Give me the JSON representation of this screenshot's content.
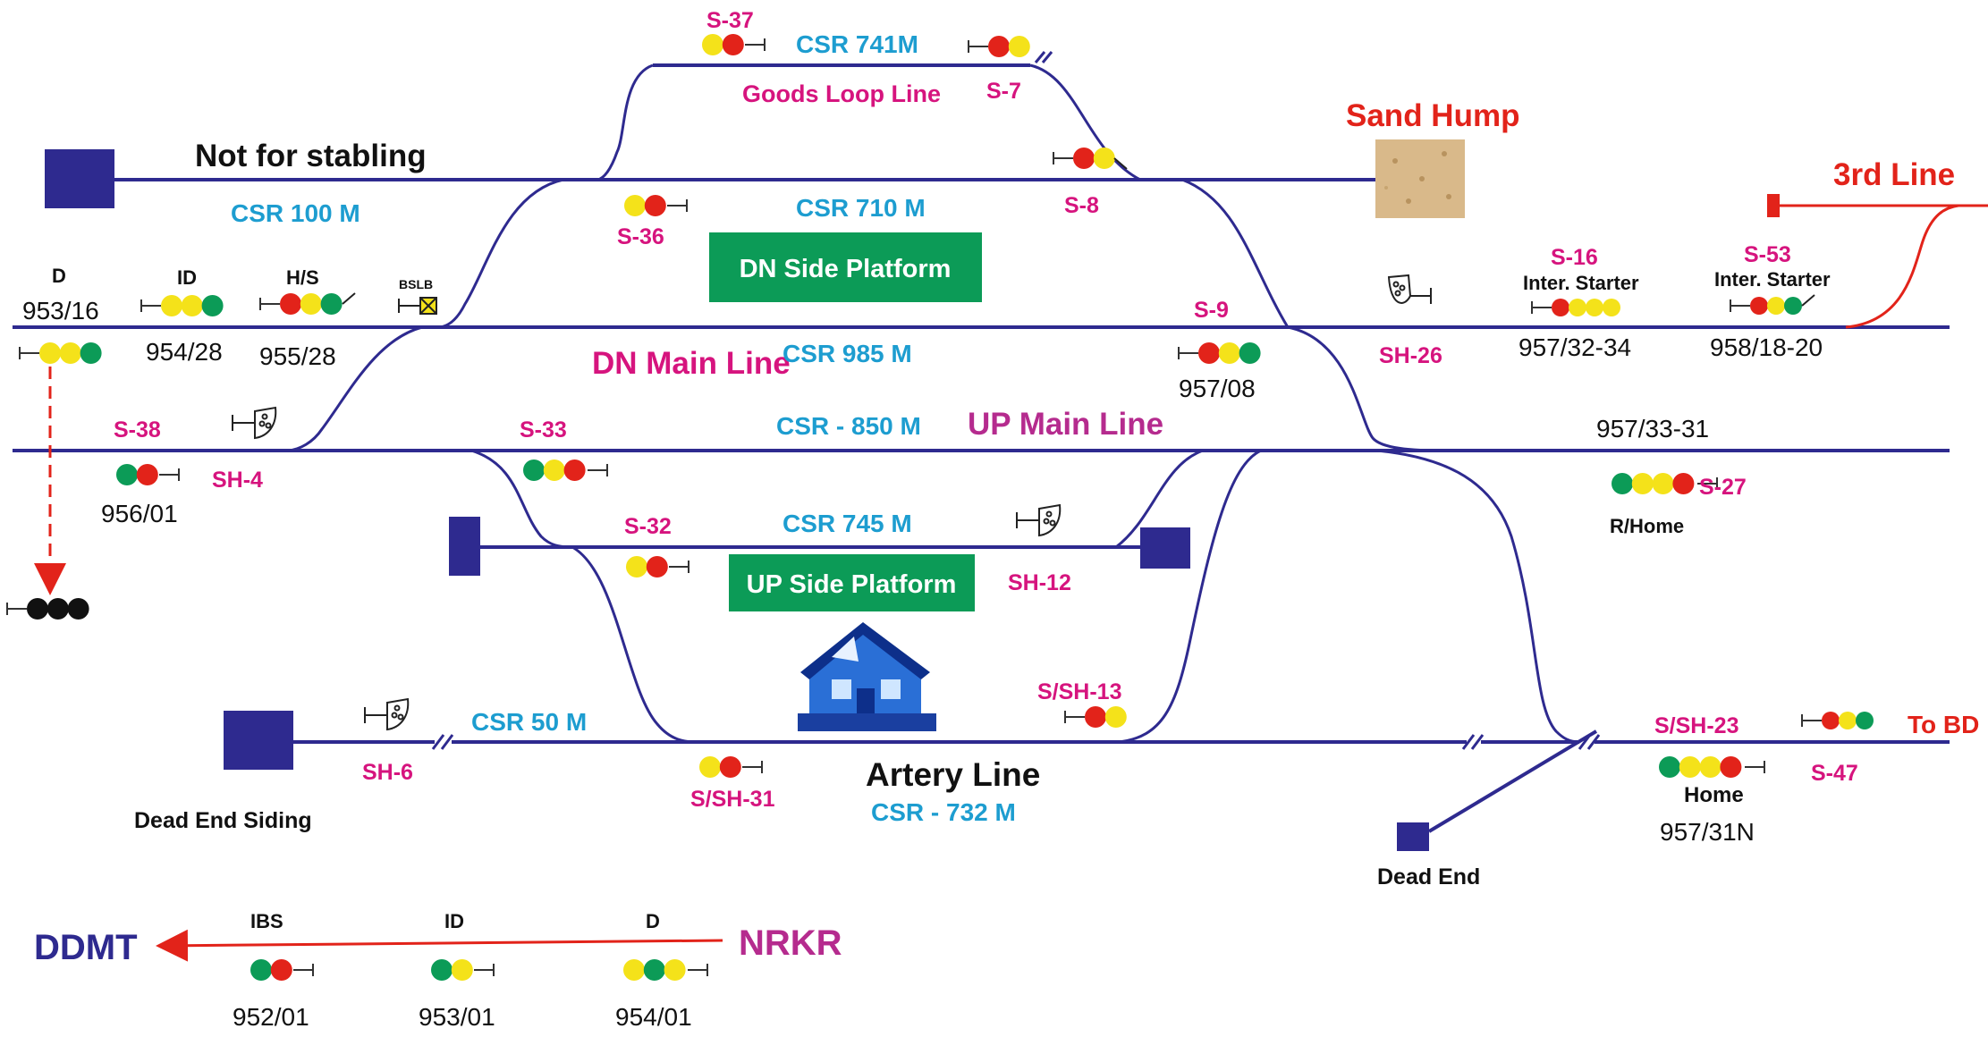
{
  "labels": {
    "not_for_stabling": "Not for stabling",
    "csr_100": "CSR 100 M",
    "s37": "S-37",
    "csr_741": "CSR 741M",
    "goods_loop": "Goods Loop Line",
    "s7": "S-7",
    "sand_hump": "Sand Hump",
    "s8": "S-8",
    "s36": "S-36",
    "csr_710": "CSR 710 M",
    "dn_side_platform": "DN Side Platform",
    "third_line": "3rd Line",
    "d_top": "D",
    "d_top_num": "953/16",
    "id_top": "ID",
    "id_top_num": "954/28",
    "hs": "H/S",
    "hs_num": "955/28",
    "bslb": "BSLB",
    "s9": "S-9",
    "s16": "S-16",
    "inter_starter_1": "Inter. Starter",
    "s53": "S-53",
    "inter_starter_2": "Inter. Starter",
    "dn_main": "DN Main Line",
    "csr_985": "CSR 985 M",
    "num_957_08": "957/08",
    "sh26": "SH-26",
    "num_957_32": "957/32-34",
    "num_958_18": "958/18-20",
    "s38": "S-38",
    "s33": "S-33",
    "csr_850": "CSR - 850 M",
    "up_main": "UP Main Line",
    "num_957_33": "957/33-31",
    "num_956_01": "956/01",
    "sh4": "SH-4",
    "s27": "S-27",
    "r_home": "R/Home",
    "s32": "S-32",
    "csr_745": "CSR 745 M",
    "sh12": "SH-12",
    "up_side_platform": "UP Side Platform",
    "s_sh13": "S/SH-13",
    "csr_50": "CSR 50 M",
    "sh6": "SH-6",
    "s_sh31": "S/SH-31",
    "artery": "Artery Line",
    "csr_732": "CSR - 732 M",
    "dead_end_siding": "Dead End Siding",
    "s_sh23": "S/SH-23",
    "to_bd": "To BD",
    "home": "Home",
    "s47": "S-47",
    "num_957_31n": "957/31N",
    "dead_end": "Dead End",
    "ddmt": "DDMT",
    "nrkr": "NRKR",
    "ibs": "IBS",
    "id_bottom": "ID",
    "d_bottom": "D",
    "num_952_01": "952/01",
    "num_953_01": "953/01",
    "num_954_01": "954/01"
  },
  "colors": {
    "track": "#2e2a8f",
    "platform": "#0c9b57",
    "signal_red": "#e2231a",
    "signal_yellow": "#f4e21a",
    "signal_green": "#0c9b57",
    "label_magenta": "#d6147e",
    "label_cyan": "#1d9dd0",
    "third_line_red": "#e2231a"
  },
  "icons": [
    "building-icon",
    "sand-hump-image",
    "shunt-signal-icon",
    "bslb-board-icon",
    "signal-light-icon"
  ]
}
